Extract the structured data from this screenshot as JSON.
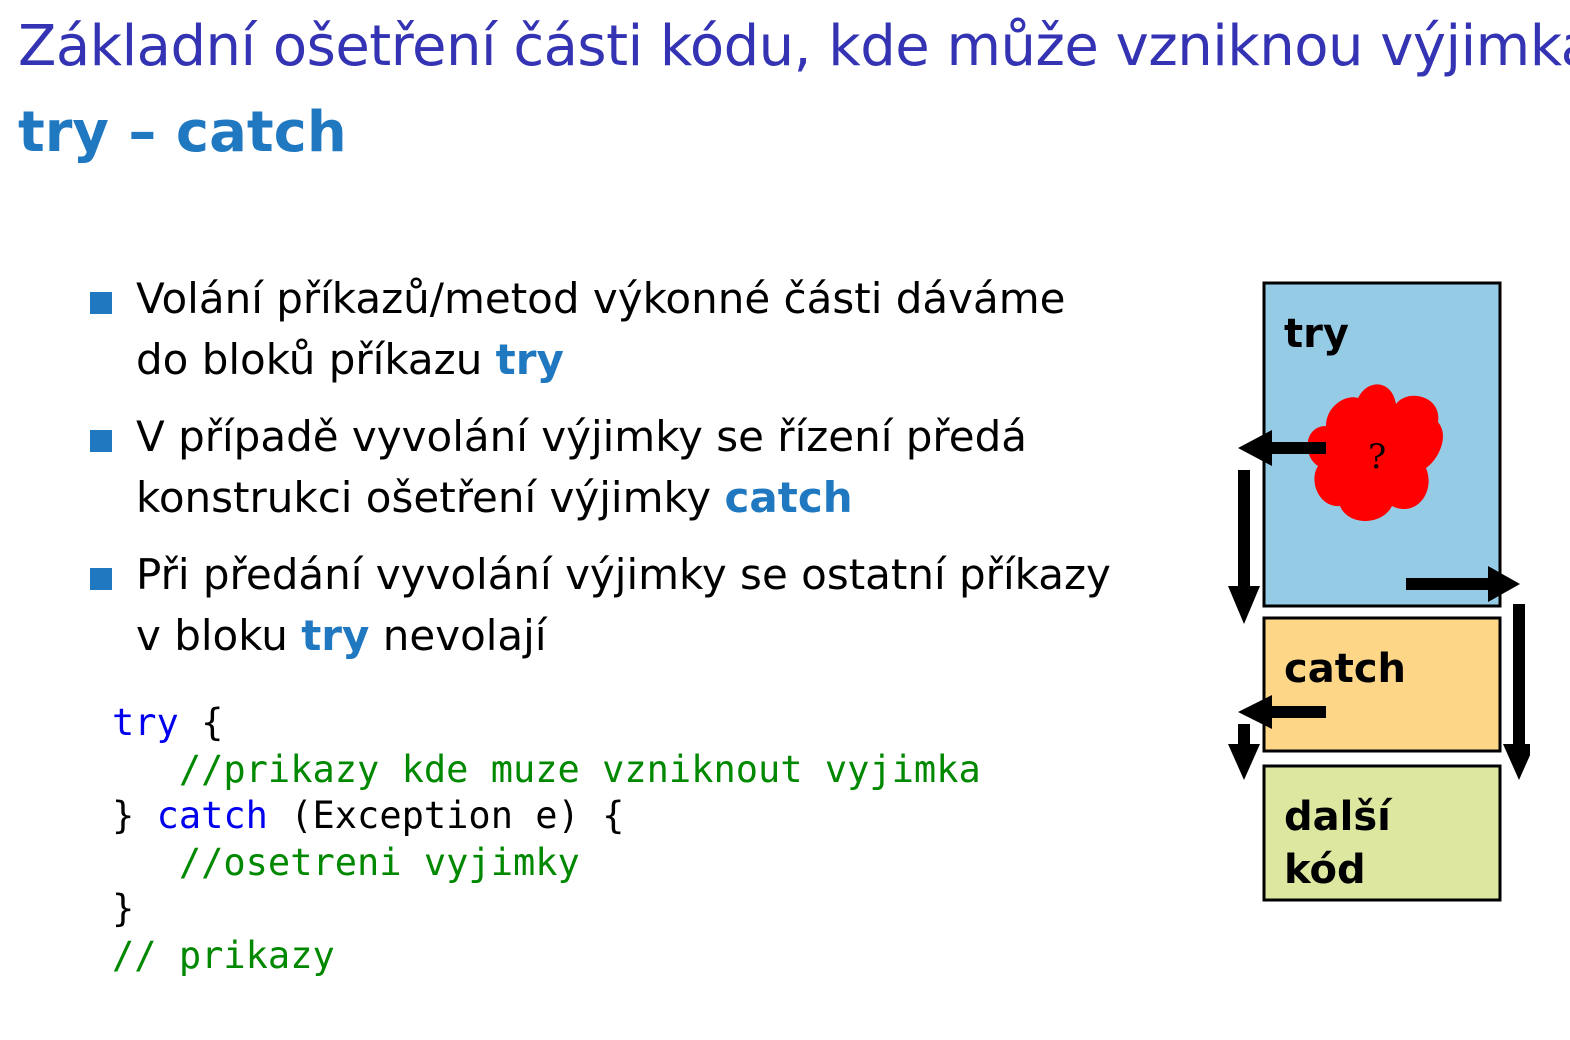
{
  "title": "Základní ošetření části kódu, kde může vzniknou výjimka",
  "subtitle": "try – catch",
  "bullets": [
    {
      "line1": "Volání příkazů/metod výkonné části dáváme",
      "line2_pre": "do bloků příkazu ",
      "line2_kw": "try",
      "line2_post": ""
    },
    {
      "line1": "V případě vyvolání výjimky se řízení předá",
      "line2_pre": "konstrukci ošetření výjimky ",
      "line2_kw": "catch",
      "line2_post": ""
    },
    {
      "line1": "Při předání vyvolání výjimky se ostatní příkazy",
      "line2_pre": "v bloku ",
      "line2_kw": "try",
      "line2_post": " nevolají"
    }
  ],
  "code": {
    "l1_kw": "try",
    "l1_rest": " {",
    "l2_indent": "   ",
    "l2_comment": "//prikazy kde muze vzniknout vyjimka",
    "l3_pre": "} ",
    "l3_kw": "catch",
    "l3_rest": " (Exception e) {",
    "l4_indent": "   ",
    "l4_comment": "//osetreni vyjimky",
    "l5": "}",
    "l6_comment": "// prikazy"
  },
  "diagram": {
    "try_label": "try",
    "catch_label": "catch",
    "next_label_1": "další",
    "next_label_2": "kód",
    "exception_mark": "?",
    "colors": {
      "try_fill": "#96cbe6",
      "catch_fill": "#fed688",
      "next_fill": "#dde79f",
      "exception_fill": "#ff0000",
      "accent": "#1f78c0",
      "title": "#3333b3"
    }
  }
}
